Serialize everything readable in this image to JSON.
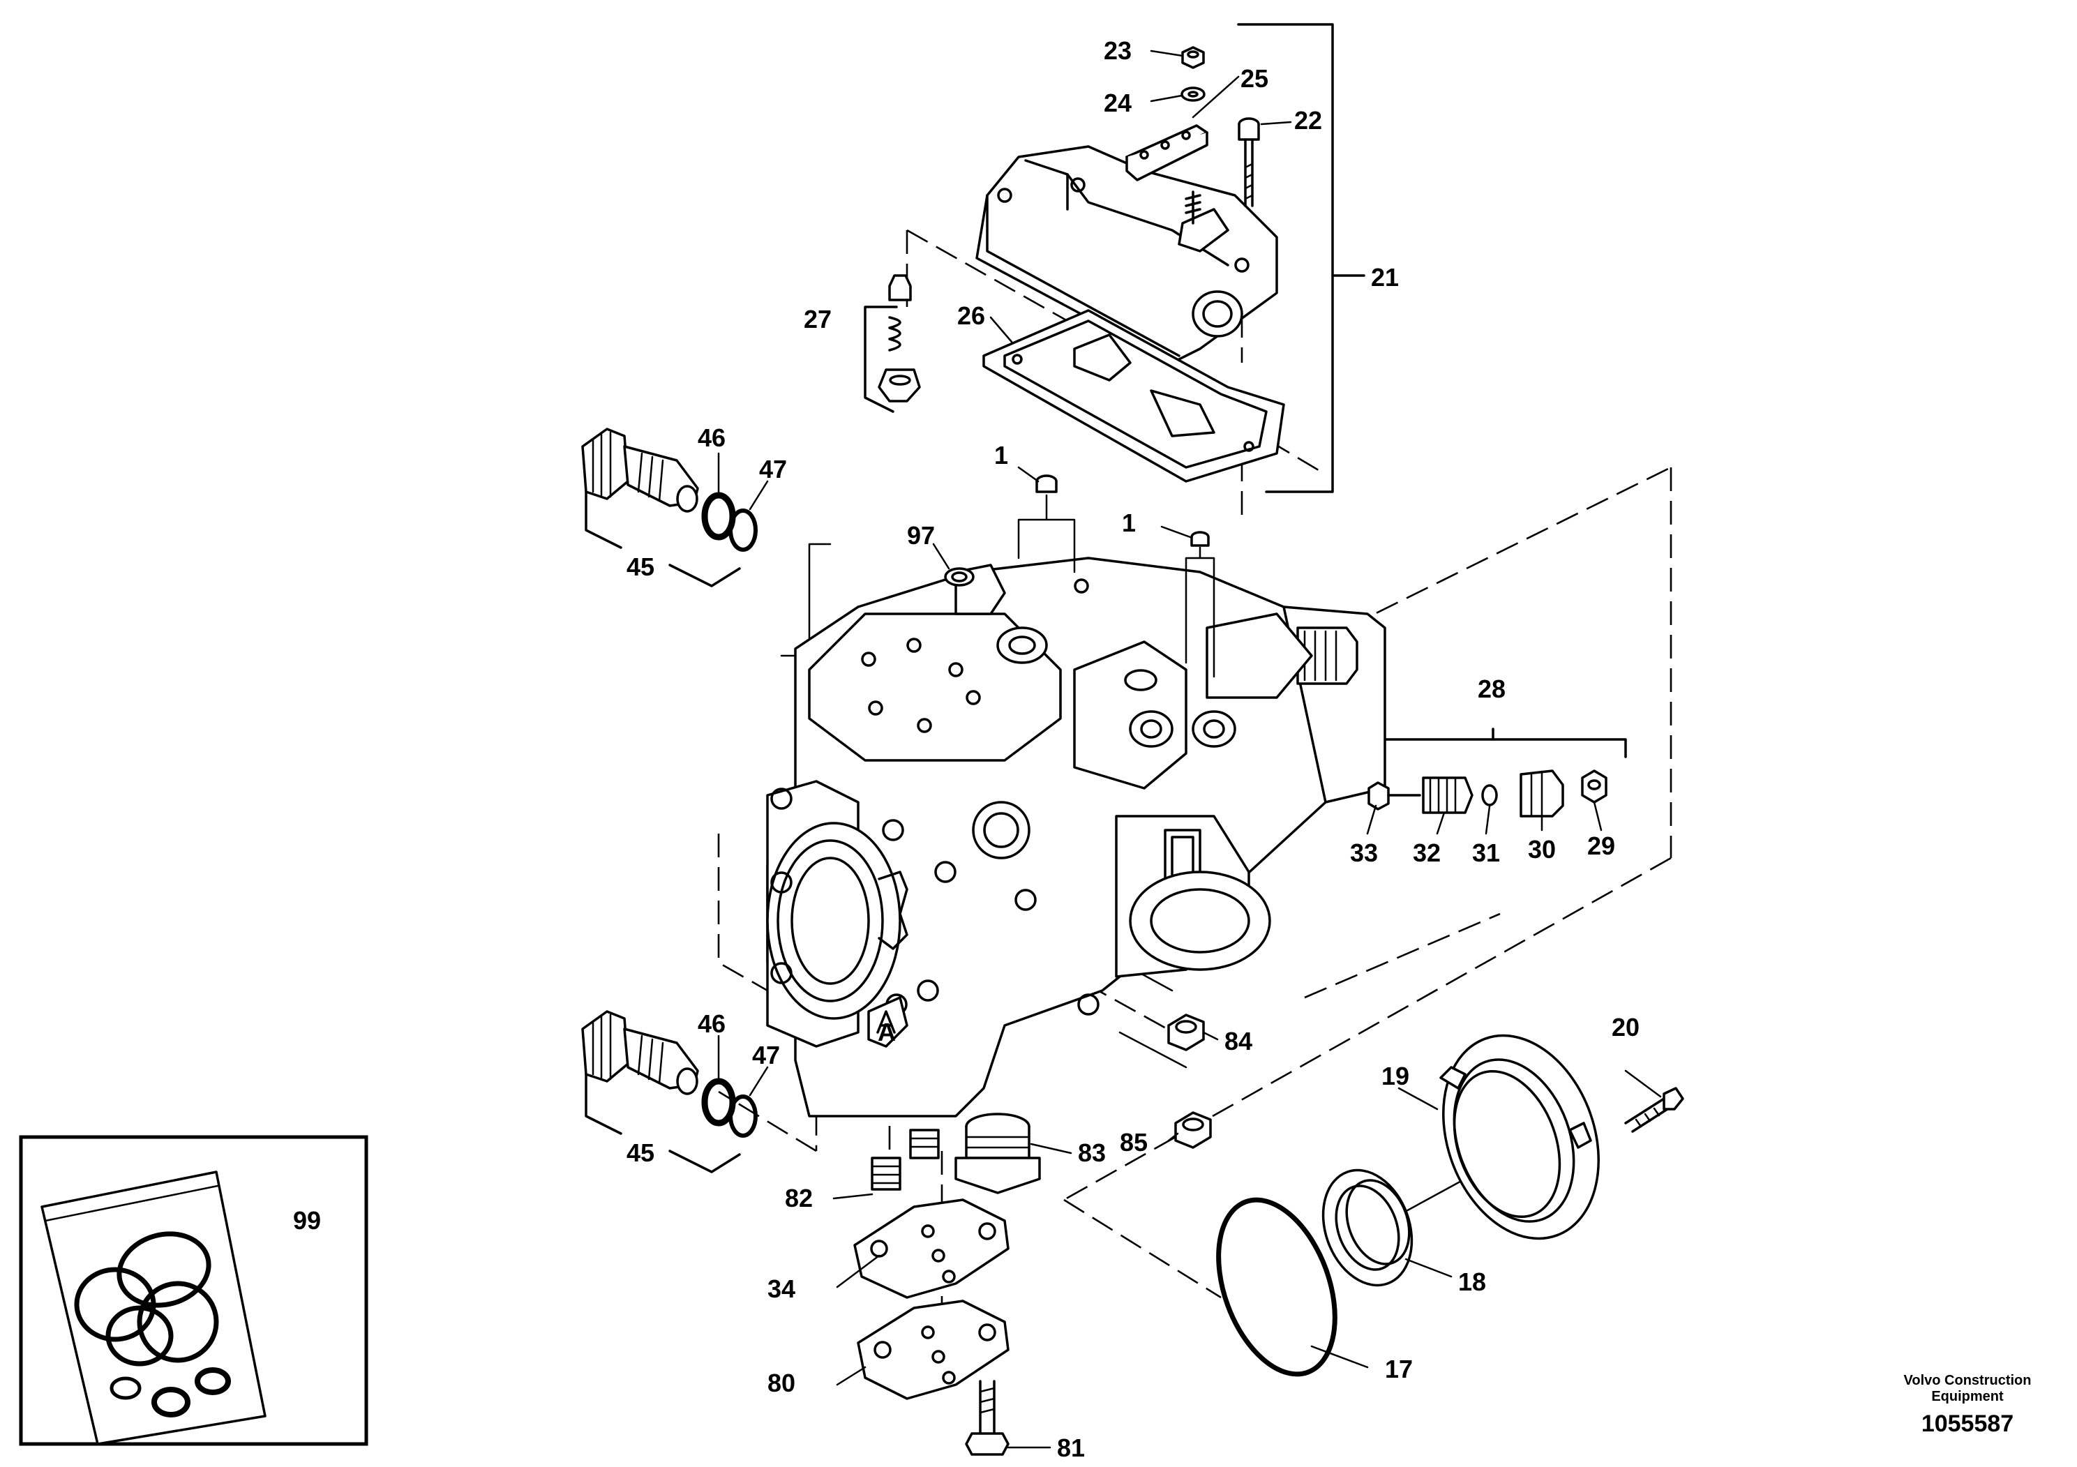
{
  "callouts": {
    "c1a": "1",
    "c1b": "1",
    "c17": "17",
    "c18": "18",
    "c19": "19",
    "c20": "20",
    "c21": "21",
    "c22": "22",
    "c23": "23",
    "c24": "24",
    "c25": "25",
    "c26": "26",
    "c27": "27",
    "c28": "28",
    "c29": "29",
    "c30": "30",
    "c31": "31",
    "c32": "32",
    "c33": "33",
    "c34": "34",
    "c45a": "45",
    "c45b": "45",
    "c46a": "46",
    "c46b": "46",
    "c47a": "47",
    "c47b": "47",
    "c80": "80",
    "c81": "81",
    "c82": "82",
    "c83": "83",
    "c84": "84",
    "c85": "85",
    "c97": "97",
    "c99": "99"
  },
  "housing_mark": "A",
  "footer": {
    "brand_line1": "Volvo Construction",
    "brand_line2": "Equipment",
    "drawing_number": "1055587"
  }
}
